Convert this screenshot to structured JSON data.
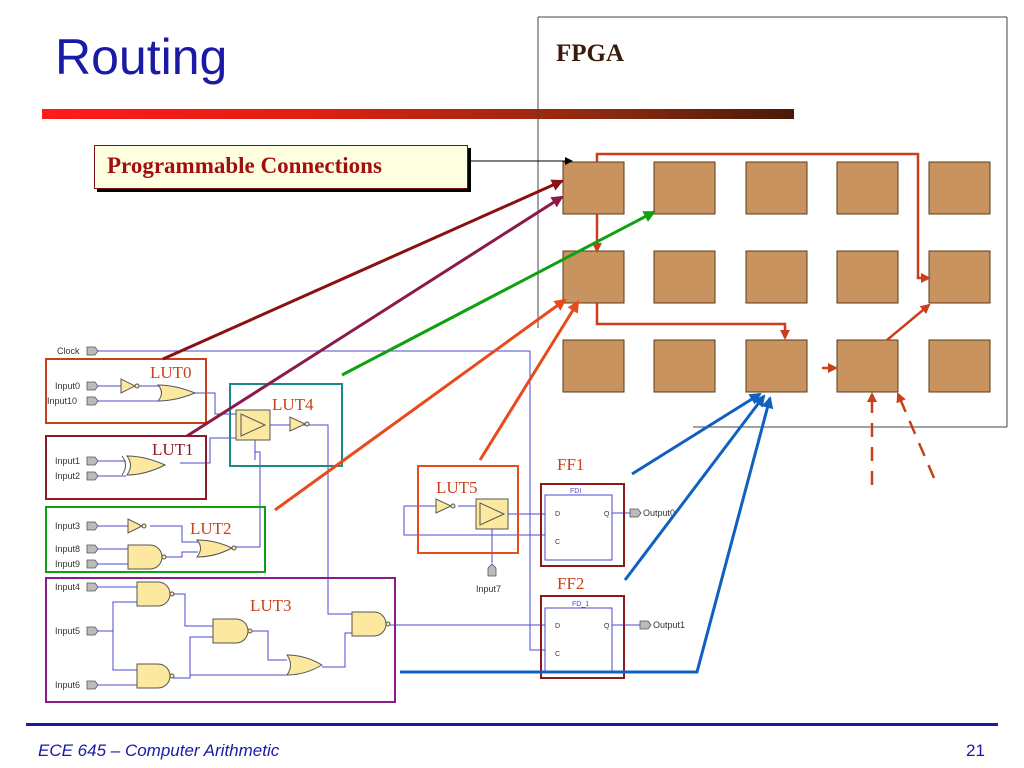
{
  "slide": {
    "title": "Routing",
    "fpga_label": "FPGA",
    "callout": "Programmable Connections",
    "footer": "ECE 645 – Computer Arithmetic",
    "page_number": "21"
  },
  "circuit": {
    "clock": "Clock",
    "inputs": [
      "Input0",
      "Input10",
      "Input1",
      "Input2",
      "Input3",
      "Input8",
      "Input9",
      "Input4",
      "Input5",
      "Input6",
      "Input7"
    ],
    "outputs": [
      "Output0",
      "Output1"
    ],
    "blocks": [
      "LUT0",
      "LUT1",
      "LUT2",
      "LUT3",
      "LUT4",
      "LUT5",
      "FF1",
      "FF2"
    ],
    "ff_titles": [
      "FDI",
      "FD_1"
    ],
    "ff_pins": [
      "D",
      "Q",
      "C"
    ]
  },
  "colors": {
    "title": "#1a1aa6",
    "clb_fill": "#c8935f",
    "routing": "#c8401a",
    "blue_arrow": "#1060c0",
    "green_arrow": "#10a010",
    "darkred_arrow": "#8b1010",
    "purple": "#8b1a8b",
    "teal": "#1a8a8a"
  }
}
